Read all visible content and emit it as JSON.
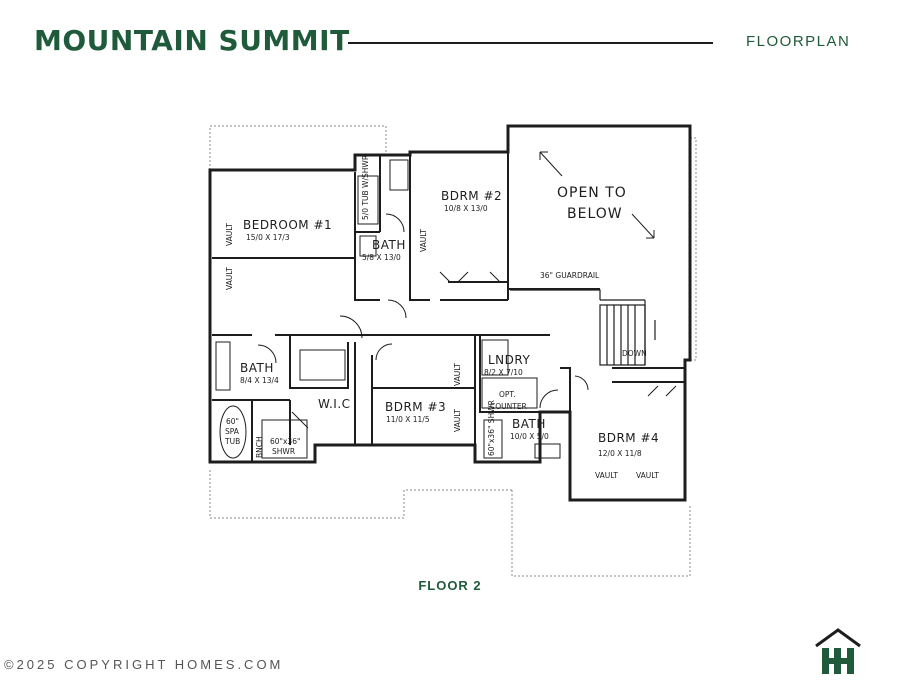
{
  "header": {
    "title": "MOUNTAIN SUMMIT",
    "section": "FLOORPLAN"
  },
  "plan": {
    "floor_label": "FLOOR 2",
    "rooms": {
      "bedroom1": {
        "name": "BEDROOM #1",
        "dims": "15/0 X 17/3"
      },
      "bath_a": {
        "name": "BATH",
        "dims": "5/8 X 13/0"
      },
      "bdrm2": {
        "name": "BDRM #2",
        "dims": "10/8 X 13/0"
      },
      "open": {
        "line1": "OPEN TO",
        "line2": "BELOW"
      },
      "bath_master": {
        "name": "BATH",
        "dims": "8/4 X 13/4"
      },
      "wic": {
        "name": "W.I.C"
      },
      "bdrm3": {
        "name": "BDRM #3",
        "dims": "11/0 X 11/5"
      },
      "lndry": {
        "name": "LNDRY",
        "dims": "8/2 X 7/10"
      },
      "counter": {
        "line1": "OPT.",
        "line2": "COUNTER"
      },
      "bath_b": {
        "name": "BATH",
        "dims": "10/0 X 5/0"
      },
      "bdrm4": {
        "name": "BDRM #4",
        "dims": "12/0 X 11/8"
      }
    },
    "notes": {
      "vault": "VAULT",
      "guardrail": "36\" GUARDRAIL",
      "down": "DOWN",
      "tub1": "5/0 TUB W/SHWR",
      "spa1": "60\"",
      "spa2": "SPA",
      "spa3": "TUB",
      "bnch": "BNCH",
      "shwr1": "60\"x36\"",
      "shwr2": "SHWR",
      "shwr_b": "60\"x36\" SHWR"
    }
  },
  "footer": {
    "text": "©2025 COPYRIGHT HOMES.COM"
  },
  "logo": {
    "letter": "H",
    "color": "#1f5a3a"
  }
}
